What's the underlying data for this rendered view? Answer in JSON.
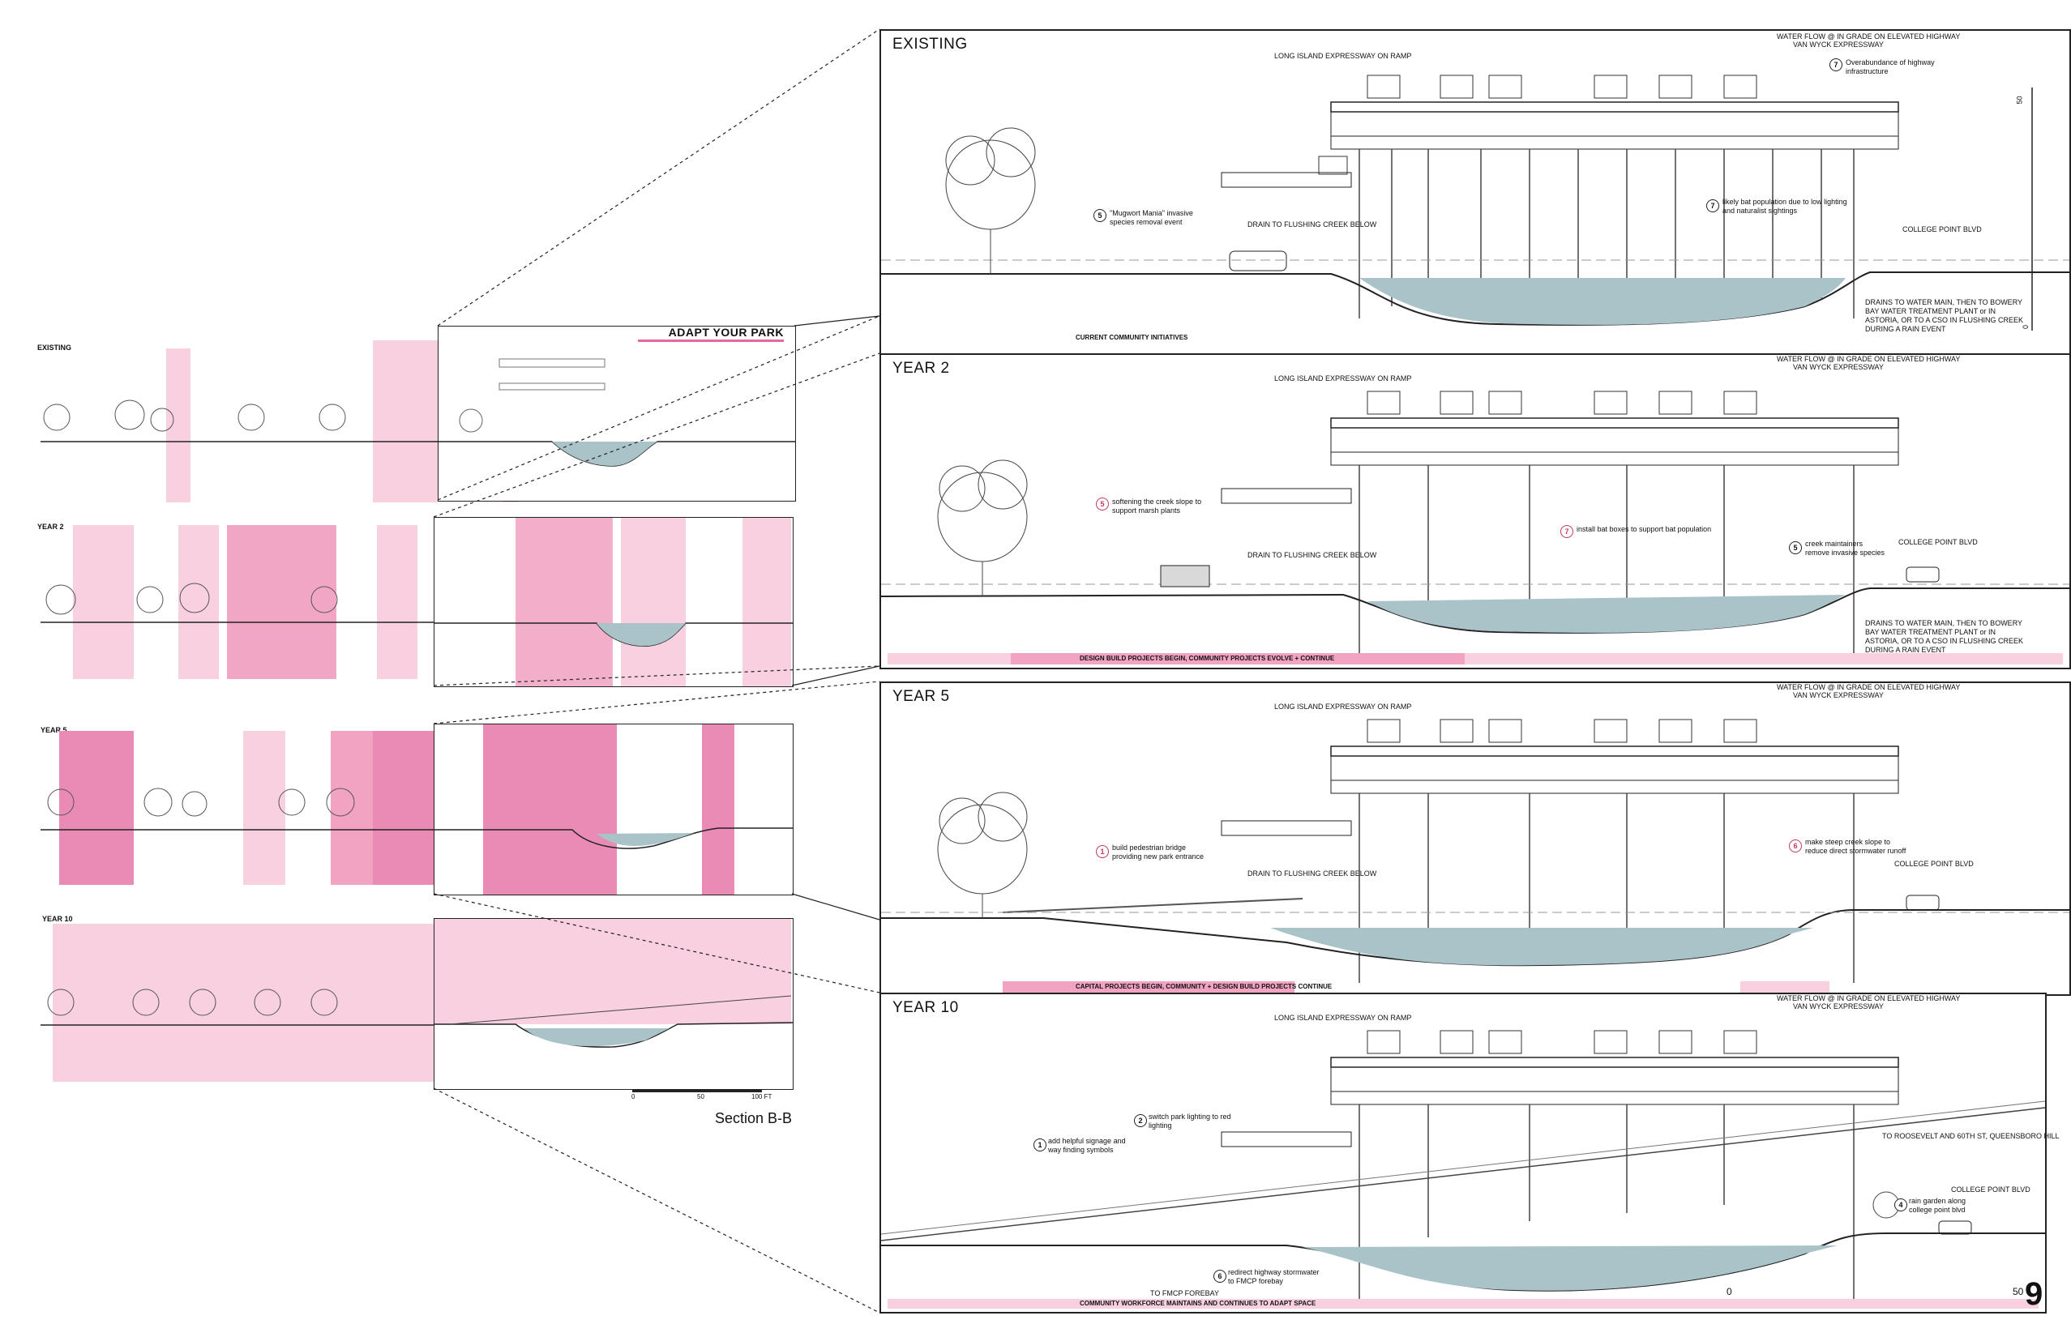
{
  "page_number": "9",
  "section_label": "Section B-B",
  "overview": {
    "header": "ADAPT YOUR PARK",
    "rows": [
      {
        "label": "EXISTING"
      },
      {
        "label": "YEAR 2"
      },
      {
        "label": "YEAR 5"
      },
      {
        "label": "YEAR 10"
      }
    ],
    "scale": {
      "t0": "0",
      "t50": "50",
      "t100": "100 FT"
    }
  },
  "common": {
    "water_flow": "WATER FLOW @ IN GRADE ON ELEVATED HIGHWAY",
    "vwe": "VAN WYCK EXPRESSWAY",
    "lie": "LONG ISLAND EXPRESSWAY ON RAMP",
    "drain": "DRAIN TO FLUSHING CREEK BELOW",
    "cpb": "COLLEGE POINT BLVD",
    "drains_to": "DRAINS TO WATER MAIN, THEN TO BOWERY BAY WATER TREATMENT PLANT or IN ASTORIA, OR TO A CSO IN FLUSHING CREEK DURING A RAIN EVENT"
  },
  "panels": {
    "existing": {
      "title": "EXISTING",
      "scale_top": "50",
      "scale_bottom": "0",
      "ann": [
        {
          "n": "7",
          "text": "Overabundance of highway infrastructure"
        },
        {
          "n": "7",
          "text": "likely bat population due to low lighting and naturalist sightings"
        },
        {
          "n": "5",
          "text": "\"Mugwort Mania\" invasive species removal event"
        }
      ],
      "bar": "CURRENT COMMUNITY INITIATIVES"
    },
    "year2": {
      "title": "YEAR 2",
      "ann": [
        {
          "n": "5",
          "text": "softening the creek slope to support marsh plants"
        },
        {
          "n": "7",
          "text": "install bat boxes to support bat population"
        },
        {
          "n": "5",
          "text": "creek maintainers remove invasive species"
        }
      ],
      "bar": "DESIGN BUILD PROJECTS BEGIN, COMMUNITY PROJECTS EVOLVE + CONTINUE"
    },
    "year5": {
      "title": "YEAR 5",
      "ann": [
        {
          "n": "1",
          "text": "build pedestrian bridge providing new park entrance"
        },
        {
          "n": "6",
          "text": "make steep creek slope to reduce direct stormwater runoff"
        }
      ],
      "bar": "CAPITAL PROJECTS BEGIN, COMMUNITY + DESIGN BUILD PROJECTS CONTINUE"
    },
    "year10": {
      "title": "YEAR 10",
      "ann": [
        {
          "n": "1",
          "text": "add helpful signage and way finding symbols"
        },
        {
          "n": "2",
          "text": "switch park lighting to red lighting"
        },
        {
          "n": "6",
          "text": "redirect highway stormwater to FMCP forebay"
        },
        {
          "n": "4",
          "text": "rain garden along college point blvd"
        }
      ],
      "to_fmcp": "TO FMCP FOREBAY",
      "to_roosevelt": "TO ROOSEVELT AND 60TH ST, QUEENSBORO HILL",
      "scale_0": "0",
      "scale_50": "50",
      "bar": "COMMUNITY WORKFORCE MAINTAINS AND CONTINUES TO ADAPT SPACE"
    }
  },
  "colors": {
    "water": "#a9c3c8",
    "pink": "#f2a3c2",
    "pink_light": "#f8d0e0",
    "pink_dark": "#e87aaa"
  }
}
